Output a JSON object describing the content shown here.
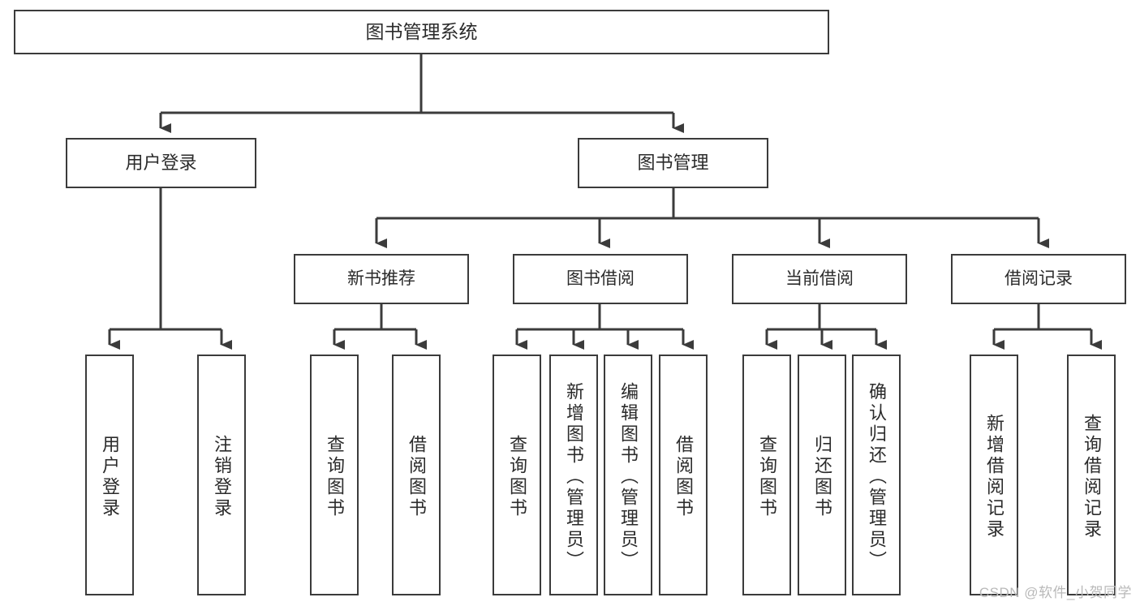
{
  "diagram": {
    "type": "tree",
    "orientation": "top-down",
    "line_color": "#3b3b3b",
    "box_fill": "#ffffff",
    "text_color": "#2b2b2b",
    "root": {
      "id": "root",
      "label": "图书管理系统"
    },
    "level1": [
      {
        "id": "user-login",
        "label": "用户登录"
      },
      {
        "id": "book-manage",
        "label": "图书管理"
      }
    ],
    "level2": [
      {
        "id": "new-book-recommend",
        "label": "新书推荐",
        "parent": "book-manage"
      },
      {
        "id": "book-borrow",
        "label": "图书借阅",
        "parent": "book-manage"
      },
      {
        "id": "current-borrow",
        "label": "当前借阅",
        "parent": "book-manage"
      },
      {
        "id": "borrow-record",
        "label": "借阅记录",
        "parent": "book-manage"
      }
    ],
    "leaves": {
      "user-login": [
        {
          "id": "leaf-user-login",
          "label": "用户登录"
        },
        {
          "id": "leaf-user-logout",
          "label": "注销登录"
        }
      ],
      "new-book-recommend": [
        {
          "id": "leaf-query-book-1",
          "label": "查询图书"
        },
        {
          "id": "leaf-borrow-book-1",
          "label": "借阅图书"
        }
      ],
      "book-borrow": [
        {
          "id": "leaf-query-book-2",
          "label": "查询图书"
        },
        {
          "id": "leaf-add-book",
          "label": "新增图书（管理员）"
        },
        {
          "id": "leaf-edit-book",
          "label": "编辑图书（管理员）"
        },
        {
          "id": "leaf-borrow-book-2",
          "label": "借阅图书"
        }
      ],
      "current-borrow": [
        {
          "id": "leaf-query-book-3",
          "label": "查询图书"
        },
        {
          "id": "leaf-return-book",
          "label": "归还图书"
        },
        {
          "id": "leaf-confirm-return",
          "label": "确认归还（管理员）"
        }
      ],
      "borrow-record": [
        {
          "id": "leaf-add-record",
          "label": "新增借阅记录"
        },
        {
          "id": "leaf-query-record",
          "label": "查询借阅记录"
        }
      ]
    }
  },
  "watermark": {
    "text": "CSDN @软件_小贺同学"
  }
}
